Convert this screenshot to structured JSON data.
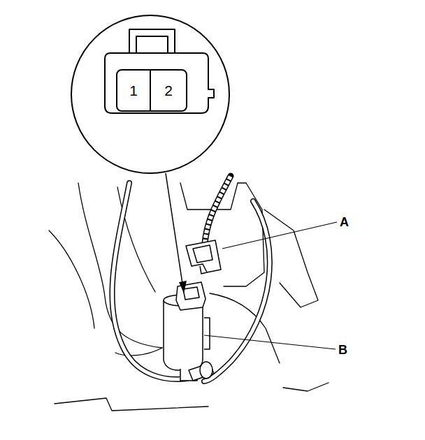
{
  "diagram": {
    "nodes": [
      {
        "text": [
          "1"
        ]
      },
      {
        "text": [
          "2"
        ]
      }
    ],
    "labels": [
      "A",
      "B"
    ]
  }
}
